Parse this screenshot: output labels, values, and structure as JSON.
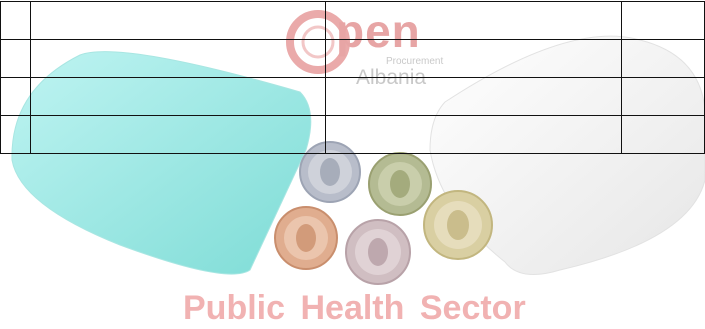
{
  "logo": {
    "word": "pen",
    "tagline": "Procurement",
    "country": "Albania"
  },
  "footer": {
    "word1": "Public",
    "word2": "Health",
    "word3": "Sector"
  },
  "colors": {
    "capsule_left": "#99ebe6",
    "capsule_right": "#f1f1f1",
    "logo_accent": "#e7a5a5",
    "footer_text": "#f1b2b2",
    "grid_line": "#111111"
  }
}
